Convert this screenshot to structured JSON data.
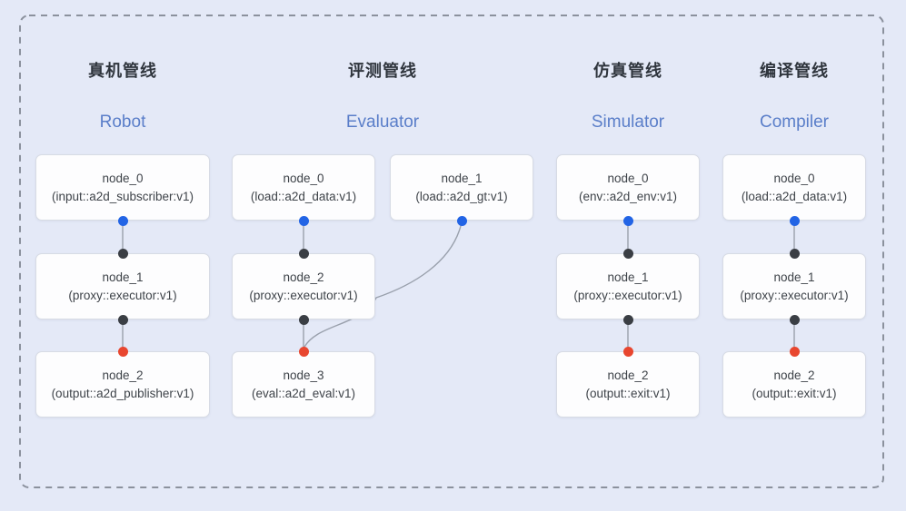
{
  "colors": {
    "background": "#e4e9f7",
    "dashed_border": "#8b919d",
    "node_background": "#fdfdfe",
    "node_border": "#d7dbe4",
    "edge_line": "#99a0ac",
    "title_cn_color": "#2f353d",
    "title_en_color": "#5a7ec9",
    "port_dot_blue": "#2264e5",
    "port_dot_dark": "#3a3e44",
    "port_dot_red": "#e8462f"
  },
  "pipelines": [
    {
      "title_cn": "真机管线",
      "title_en": "Robot",
      "nodes": [
        {
          "name": "node_0",
          "type": "(input::a2d_subscriber:v1)"
        },
        {
          "name": "node_1",
          "type": "(proxy::executor:v1)"
        },
        {
          "name": "node_2",
          "type": "(output::a2d_publisher:v1)"
        }
      ]
    },
    {
      "title_cn": "评测管线",
      "title_en": "Evaluator",
      "nodes": [
        {
          "name": "node_0",
          "type": "(load::a2d_data:v1)"
        },
        {
          "name": "node_1",
          "type": "(load::a2d_gt:v1)"
        },
        {
          "name": "node_2",
          "type": "(proxy::executor:v1)"
        },
        {
          "name": "node_3",
          "type": "(eval::a2d_eval:v1)"
        }
      ]
    },
    {
      "title_cn": "仿真管线",
      "title_en": "Simulator",
      "nodes": [
        {
          "name": "node_0",
          "type": "(env::a2d_env:v1)"
        },
        {
          "name": "node_1",
          "type": "(proxy::executor:v1)"
        },
        {
          "name": "node_2",
          "type": "(output::exit:v1)"
        }
      ]
    },
    {
      "title_cn": "编译管线",
      "title_en": "Compiler",
      "nodes": [
        {
          "name": "node_0",
          "type": "(load::a2d_data:v1)"
        },
        {
          "name": "node_1",
          "type": "(proxy::executor:v1)"
        },
        {
          "name": "node_2",
          "type": "(output::exit:v1)"
        }
      ]
    }
  ]
}
